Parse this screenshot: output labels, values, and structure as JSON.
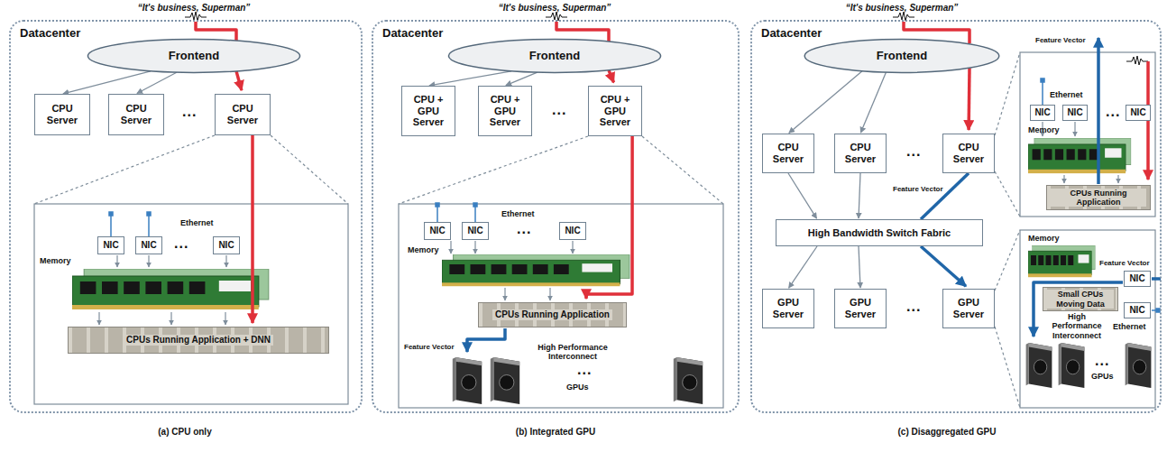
{
  "diagram": {
    "nodes": [
      {
        "text": [
          "Datacenter"
        ]
      },
      {
        "text": [
          "Frontend"
        ],
        "in": 0
      },
      {
        "text": [
          "CPU Server"
        ],
        "in": 0
      },
      {
        "text": [
          "CPU Server"
        ],
        "in": 0
      },
      {
        "text": [
          "CPU Server"
        ],
        "in": 0
      },
      {
        "text": [
          "NIC"
        ],
        "in": 0
      },
      {
        "text": [
          "NIC"
        ],
        "in": 0
      },
      {
        "text": [
          "NIC"
        ],
        "in": 0
      },
      {
        "text": [
          "CPUs Running Application + DNN"
        ],
        "in": 0
      },
      {
        "text": [
          "Datacenter"
        ]
      },
      {
        "text": [
          "Frontend"
        ],
        "in": 9
      },
      {
        "text": [
          "CPU + GPU Server"
        ],
        "in": 9
      },
      {
        "text": [
          "CPU + GPU Server"
        ],
        "in": 9
      },
      {
        "text": [
          "CPU + GPU Server"
        ],
        "in": 9
      },
      {
        "text": [
          "NIC"
        ],
        "in": 9
      },
      {
        "text": [
          "NIC"
        ],
        "in": 9
      },
      {
        "text": [
          "NIC"
        ],
        "in": 9
      },
      {
        "text": [
          "CPUs Running Application"
        ],
        "in": 9
      },
      {
        "text": [
          "Datacenter"
        ]
      },
      {
        "text": [
          "Frontend"
        ],
        "in": 18
      },
      {
        "text": [
          "CPU Server"
        ],
        "in": 18
      },
      {
        "text": [
          "CPU Server"
        ],
        "in": 18
      },
      {
        "text": [
          "CPU Server"
        ],
        "in": 18
      },
      {
        "text": [
          "High Bandwidth Switch Fabric"
        ],
        "in": 18
      },
      {
        "text": [
          "GPU Server"
        ],
        "in": 18
      },
      {
        "text": [
          "GPU Server"
        ],
        "in": 18
      },
      {
        "text": [
          "GPU Server"
        ],
        "in": 18
      },
      {
        "text": [
          "NIC"
        ],
        "in": 18
      },
      {
        "text": [
          "NIC"
        ],
        "in": 18
      },
      {
        "text": [
          "NIC"
        ],
        "in": 18
      },
      {
        "text": [
          "CPUs Running Application"
        ],
        "in": 18
      },
      {
        "text": [
          "NIC"
        ],
        "in": 18
      },
      {
        "text": [
          "NIC"
        ],
        "in": 18
      },
      {
        "text": [
          "Small CPUs Moving Data"
        ],
        "in": 18
      }
    ],
    "edges": [
      {
        "from": 1,
        "to": 2,
        "arrow": "to"
      },
      {
        "from": 1,
        "to": 3,
        "arrow": "to"
      },
      {
        "from": 1,
        "to": 4,
        "arrow": "to"
      },
      {
        "from": 4,
        "to": 8,
        "arrow": "to"
      },
      {
        "from": 10,
        "to": 11,
        "arrow": "to"
      },
      {
        "from": 10,
        "to": 12,
        "arrow": "to"
      },
      {
        "from": 10,
        "to": 13,
        "arrow": "to"
      },
      {
        "from": 13,
        "to": 17,
        "arrow": "to"
      },
      {
        "from": 19,
        "to": 20,
        "arrow": "to"
      },
      {
        "from": 19,
        "to": 21,
        "arrow": "to"
      },
      {
        "from": 19,
        "to": 22,
        "arrow": "to"
      },
      {
        "from": 20,
        "to": 23,
        "arrow": "to"
      },
      {
        "from": 21,
        "to": 23,
        "arrow": "to"
      },
      {
        "from": 22,
        "to": 23,
        "arrow": "none",
        "label": "Feature Vector"
      },
      {
        "from": 23,
        "to": 24,
        "arrow": "to"
      },
      {
        "from": 23,
        "to": 25,
        "arrow": "to"
      },
      {
        "from": 23,
        "to": 26,
        "arrow": "to"
      }
    ],
    "labels": [
      "“It's business, Superman”",
      "...",
      "Ethernet",
      "...",
      "Memory",
      "(a) CPU only",
      "“It's business, Superman”",
      "...",
      "Ethernet",
      "...",
      "Memory",
      "Feature Vector",
      "High Performance Interconnect",
      "...",
      "GPUs",
      "(b) Integrated GPU",
      "“It's business, Superman”",
      "...",
      "...",
      "Feature Vector",
      "Ethernet",
      "...",
      "Memory",
      "Memory",
      "Feature Vector",
      "Ethernet",
      "High Performance Interconnect",
      "...",
      "GPUs",
      "(c) Disaggregated GPU"
    ]
  }
}
